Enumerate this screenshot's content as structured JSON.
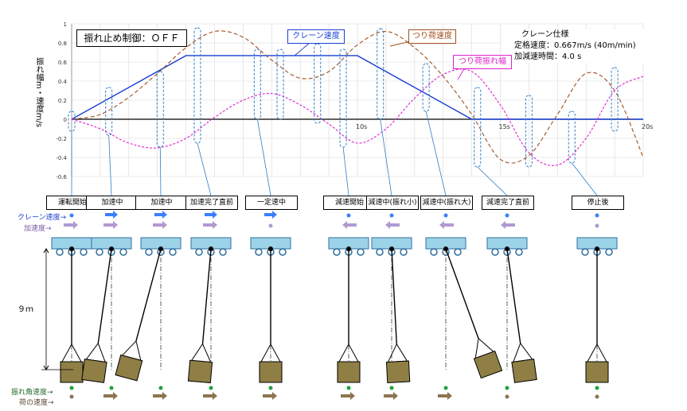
{
  "title_box": "振れ止め制御：ＯＦＦ",
  "spec": {
    "title": "クレーン仕様",
    "line1": "定格速度：0.667m/s (40m/min)",
    "line2": "加減速時間：4.0 s"
  },
  "callouts": {
    "crane_speed": "クレーン速度",
    "load_speed": "つり荷速度",
    "swing": "つり荷振れ幅"
  },
  "ylabel": "振れ幅m・速度m/s",
  "colors": {
    "crane": "#1a3fd6",
    "load": "#a0501e",
    "swing": "#e020d0",
    "box": "#2f7fc7",
    "body": "#8f7f45",
    "arrowBlue": "#3a7fff",
    "arrowPurple": "#b09ad0",
    "arrowBrown": "#8c7550",
    "arrowGreen": "#22a040"
  },
  "chart_data": {
    "type": "line",
    "xlabel": "",
    "ylabel": "振れ幅m・速度m/s",
    "xlim": [
      0,
      20
    ],
    "ylim": [
      -0.6,
      1.0
    ],
    "x_ticks": [
      "10s",
      "15s",
      "20s"
    ],
    "y_ticks": [
      "1",
      "0.8",
      "0.6",
      "0.4",
      "0.2",
      "0",
      "-0.2",
      "-0.4",
      "-0.6"
    ],
    "series": [
      {
        "name": "クレーン速度",
        "x": [
          0,
          4,
          10,
          14,
          20
        ],
        "y": [
          0,
          0.667,
          0.667,
          0,
          0
        ]
      },
      {
        "name": "つり荷速度",
        "x": [
          0,
          1,
          2,
          3,
          4,
          5,
          6,
          7,
          8,
          9,
          10,
          11,
          12,
          13,
          14,
          15,
          16,
          17,
          18,
          19,
          20
        ],
        "y": [
          0,
          0.05,
          0.23,
          0.48,
          0.75,
          0.92,
          0.86,
          0.62,
          0.43,
          0.5,
          0.78,
          0.92,
          0.75,
          0.45,
          0.05,
          -0.42,
          -0.38,
          0.05,
          0.48,
          0.3,
          -0.4
        ]
      },
      {
        "name": "つり荷振れ幅",
        "x": [
          0,
          1,
          2,
          3,
          4,
          5,
          6,
          7,
          8,
          9,
          10,
          11,
          12,
          13,
          14,
          15,
          16,
          17,
          18,
          19,
          20
        ],
        "y": [
          0,
          -0.1,
          -0.25,
          -0.3,
          -0.2,
          0.02,
          0.2,
          0.27,
          0.15,
          -0.05,
          -0.25,
          -0.1,
          0.22,
          0.47,
          0.5,
          0.15,
          -0.35,
          -0.48,
          -0.2,
          0.3,
          0.45
        ]
      }
    ]
  },
  "phases": [
    "運転開始",
    "加速中",
    "加速中",
    "加速完了直前",
    "一定速中",
    "減速開始",
    "減速中(振れ小)",
    "減速中(振れ大)",
    "減速完了直前",
    "停止後"
  ],
  "left_labels": {
    "crane_speed": "クレーン速度→",
    "accel": "加速度→",
    "height": "９ｍ",
    "swing_angle_speed": "振れ角速度→",
    "load_speed": "荷の速度→"
  }
}
